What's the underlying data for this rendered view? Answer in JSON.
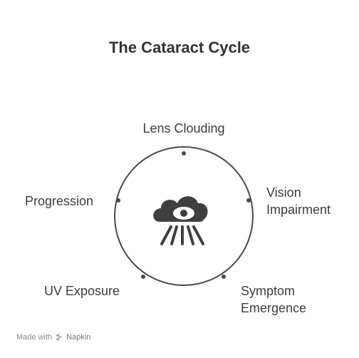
{
  "title": "The Cataract Cycle",
  "center_icon": "cloud-eye-icon",
  "stages": [
    {
      "label": "Lens Clouding"
    },
    {
      "label": "Vision\nImpairment"
    },
    {
      "label": "Symptom\nEmergence"
    },
    {
      "label": "UV Exposure"
    },
    {
      "label": "Progression"
    }
  ],
  "footer": {
    "made_with": "Made with",
    "brand_icon": "napkin-logo-icon",
    "brand": "Napkin"
  },
  "colors": {
    "circle": "#4a4a4a",
    "text": "#3c3c3c",
    "footer": "#8a8a8a"
  }
}
